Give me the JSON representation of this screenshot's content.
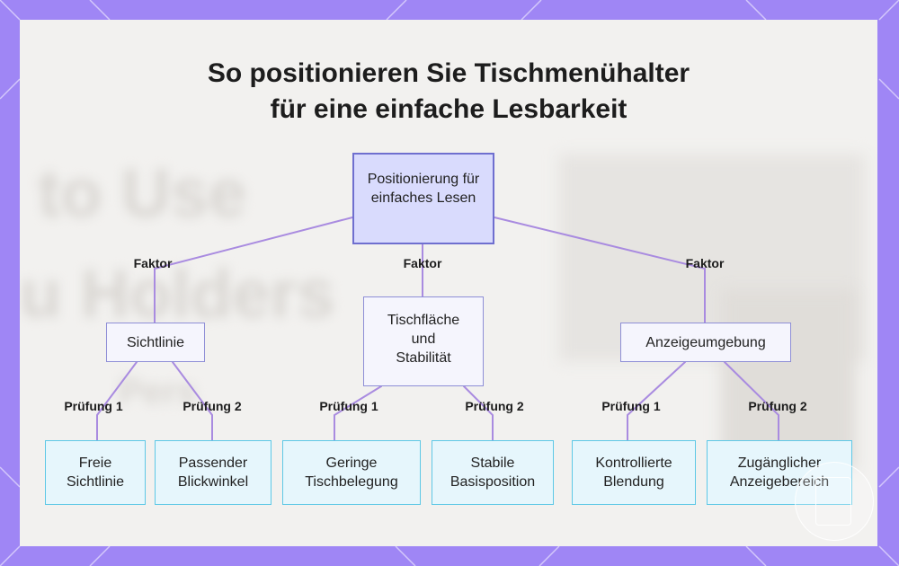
{
  "title": {
    "line1": "So positionieren Sie Tischmenühalter",
    "line2": "für eine einfache Lesbarkeit"
  },
  "background_text": {
    "line1": "to Use",
    "line2": "u Holders",
    "line3": "Pers"
  },
  "colors": {
    "frame": "#9f86f5",
    "card": "#f2f1ef",
    "root_fill": "#d9dbfd",
    "root_border": "#6f6fcf",
    "mid_border": "#8e8ed6",
    "leaf_fill": "#e6f6fc",
    "leaf_border": "#5ec8e6",
    "connector": "#a98be0"
  },
  "diagram": {
    "root": "Positionierung für einfaches Lesen",
    "factors": [
      {
        "edge_label": "Faktor",
        "label": "Sichtlinie",
        "checks": [
          {
            "edge_label": "Prüfung 1",
            "label": "Freie Sichtlinie"
          },
          {
            "edge_label": "Prüfung 2",
            "label": "Passender Blickwinkel"
          }
        ]
      },
      {
        "edge_label": "Faktor",
        "label": "Tischfläche und Stabilität",
        "checks": [
          {
            "edge_label": "Prüfung 1",
            "label": "Geringe Tischbelegung"
          },
          {
            "edge_label": "Prüfung 2",
            "label": "Stabile Basisposition"
          }
        ]
      },
      {
        "edge_label": "Faktor",
        "label": "Anzeigeumgebung",
        "checks": [
          {
            "edge_label": "Prüfung 1",
            "label": "Kontrollierte Blendung"
          },
          {
            "edge_label": "Prüfung 2",
            "label": "Zugänglicher Anzeigebereich"
          }
        ]
      }
    ]
  }
}
